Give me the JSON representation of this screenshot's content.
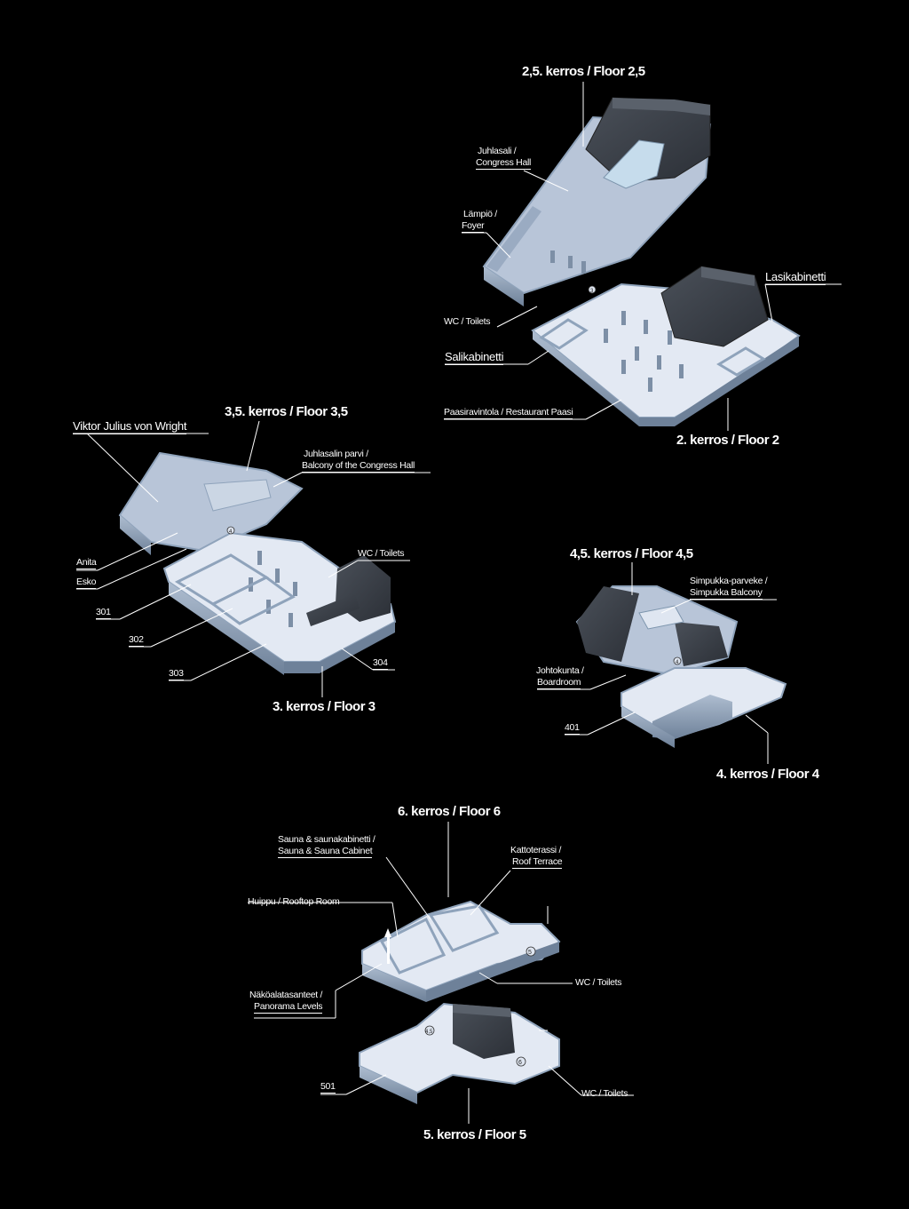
{
  "floors": {
    "f2_5": "2,5. kerros / Floor 2,5",
    "f2": "2. kerros / Floor 2",
    "f3_5": "3,5. kerros / Floor 3,5",
    "f3": "3. kerros / Floor 3",
    "f4_5": "4,5. kerros / Floor 4,5",
    "f4": "4. kerros / Floor 4",
    "f6": "6. kerros / Floor 6",
    "f5": "5. kerros / Floor 5"
  },
  "rooms": {
    "juhlasali_fi": "Juhlasali /",
    "juhlasali_en": "Congress Hall",
    "lampio_fi": "Lämpiö /",
    "lampio_en": "Foyer",
    "wc_f2": "WC / Toilets",
    "salikabinetti": "Salikabinetti",
    "lasikabinetti": "Lasikabinetti",
    "paasi": "Paasiravintola / Restaurant Paasi",
    "viktor": "Viktor Julius von Wright",
    "parvi_fi": "Juhlasalin parvi /",
    "parvi_en": "Balcony of the Congress Hall",
    "wc_f3": "WC / Toilets",
    "anita": "Anita",
    "esko": "Esko",
    "r301": "301",
    "r302": "302",
    "r303": "303",
    "r304": "304",
    "simpukka_fi": "Simpukka-parveke /",
    "simpukka_en": "Simpukka Balcony",
    "johto_fi": "Johtokunta /",
    "johto_en": "Boardroom",
    "r401": "401",
    "sauna_fi": "Sauna & saunakabinetti /",
    "sauna_en": "Sauna & Sauna Cabinet",
    "katto_fi": "Kattoterassi /",
    "katto_en": "Roof Terrace",
    "huippu": "Huippu / Rooftop Room",
    "nako_fi": "Näköalatasanteet /",
    "nako_en": "Panorama Levels",
    "wc_f6": "WC / Toilets",
    "r501": "501",
    "wc_f5": "WC / Toilets"
  },
  "markers": {
    "stair_3": "3",
    "stair_4": "4",
    "stair_4b": "4",
    "stair_5": "5",
    "stair_45": "4,5",
    "stair_6": "6"
  },
  "colors": {
    "floor_light": "#dfe6f1",
    "wall": "#8fa3bb",
    "wall_dark": "#5d6f86",
    "dark_room": "#3a3f47",
    "hall": "#b9c6d8"
  }
}
